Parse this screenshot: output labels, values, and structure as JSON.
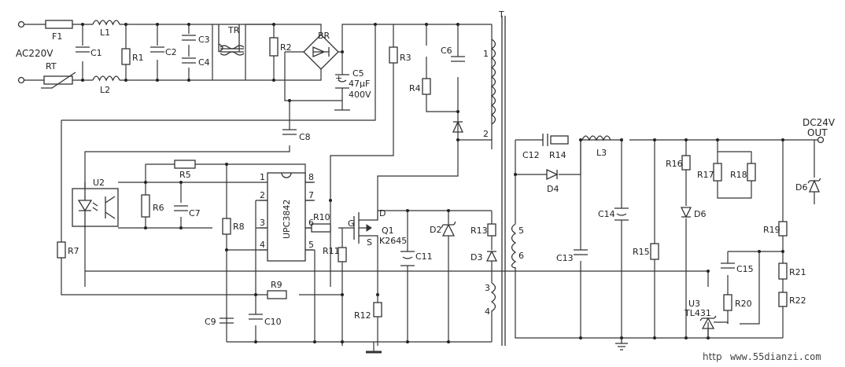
{
  "labels": {
    "ac_input": "AC220V",
    "dc_output": "DC24V",
    "out": "OUT",
    "transformer": "T",
    "controller_ic": "UPC3842",
    "mosfet_part": "K2645",
    "reference_ic": "TL431",
    "c5_value": "47μF",
    "c5_voltage": "400V",
    "watermark_prefix": "http",
    "watermark_site": "www.55dianzi.com"
  },
  "components": {
    "F1": "F1",
    "L1": "L1",
    "L2": "L2",
    "RT": "RT",
    "C1": "C1",
    "R1": "R1",
    "C2": "C2",
    "C3": "C3",
    "C4": "C4",
    "TR": "TR",
    "R2": "R2",
    "BR": "BR",
    "C5": "C5",
    "R3": "R3",
    "R4": "R4",
    "C6": "C6",
    "C8": "C8",
    "U2": "U2",
    "R5": "R5",
    "R6": "R6",
    "C7": "C7",
    "R7": "R7",
    "R8": "R8",
    "R9": "R9",
    "R10": "R10",
    "R11": "R11",
    "C9": "C9",
    "C10": "C10",
    "Q1": "Q1",
    "D2": "D2",
    "R12": "R12",
    "C11": "C11",
    "R13": "R13",
    "D3": "D3",
    "C12": "C12",
    "R14": "R14",
    "D4": "D4",
    "L3": "L3",
    "C13": "C13",
    "C14": "C14",
    "R15": "R15",
    "R16": "R16",
    "D6_mid": "D6",
    "R17": "R17",
    "R18": "R18",
    "D6_out": "D6",
    "R19": "R19",
    "C15": "C15",
    "R20": "R20",
    "R21": "R21",
    "R22": "R22",
    "U3": "U3"
  },
  "pins": {
    "p1": "1",
    "p2": "2",
    "p3": "3",
    "p4": "4",
    "p5": "5",
    "p6": "6",
    "p7": "7",
    "p8": "8",
    "q_g": "G",
    "q_d": "D",
    "q_s": "S",
    "w1": "1",
    "w2": "2",
    "w3": "3",
    "w4": "4",
    "w5": "5",
    "w6": "6"
  }
}
